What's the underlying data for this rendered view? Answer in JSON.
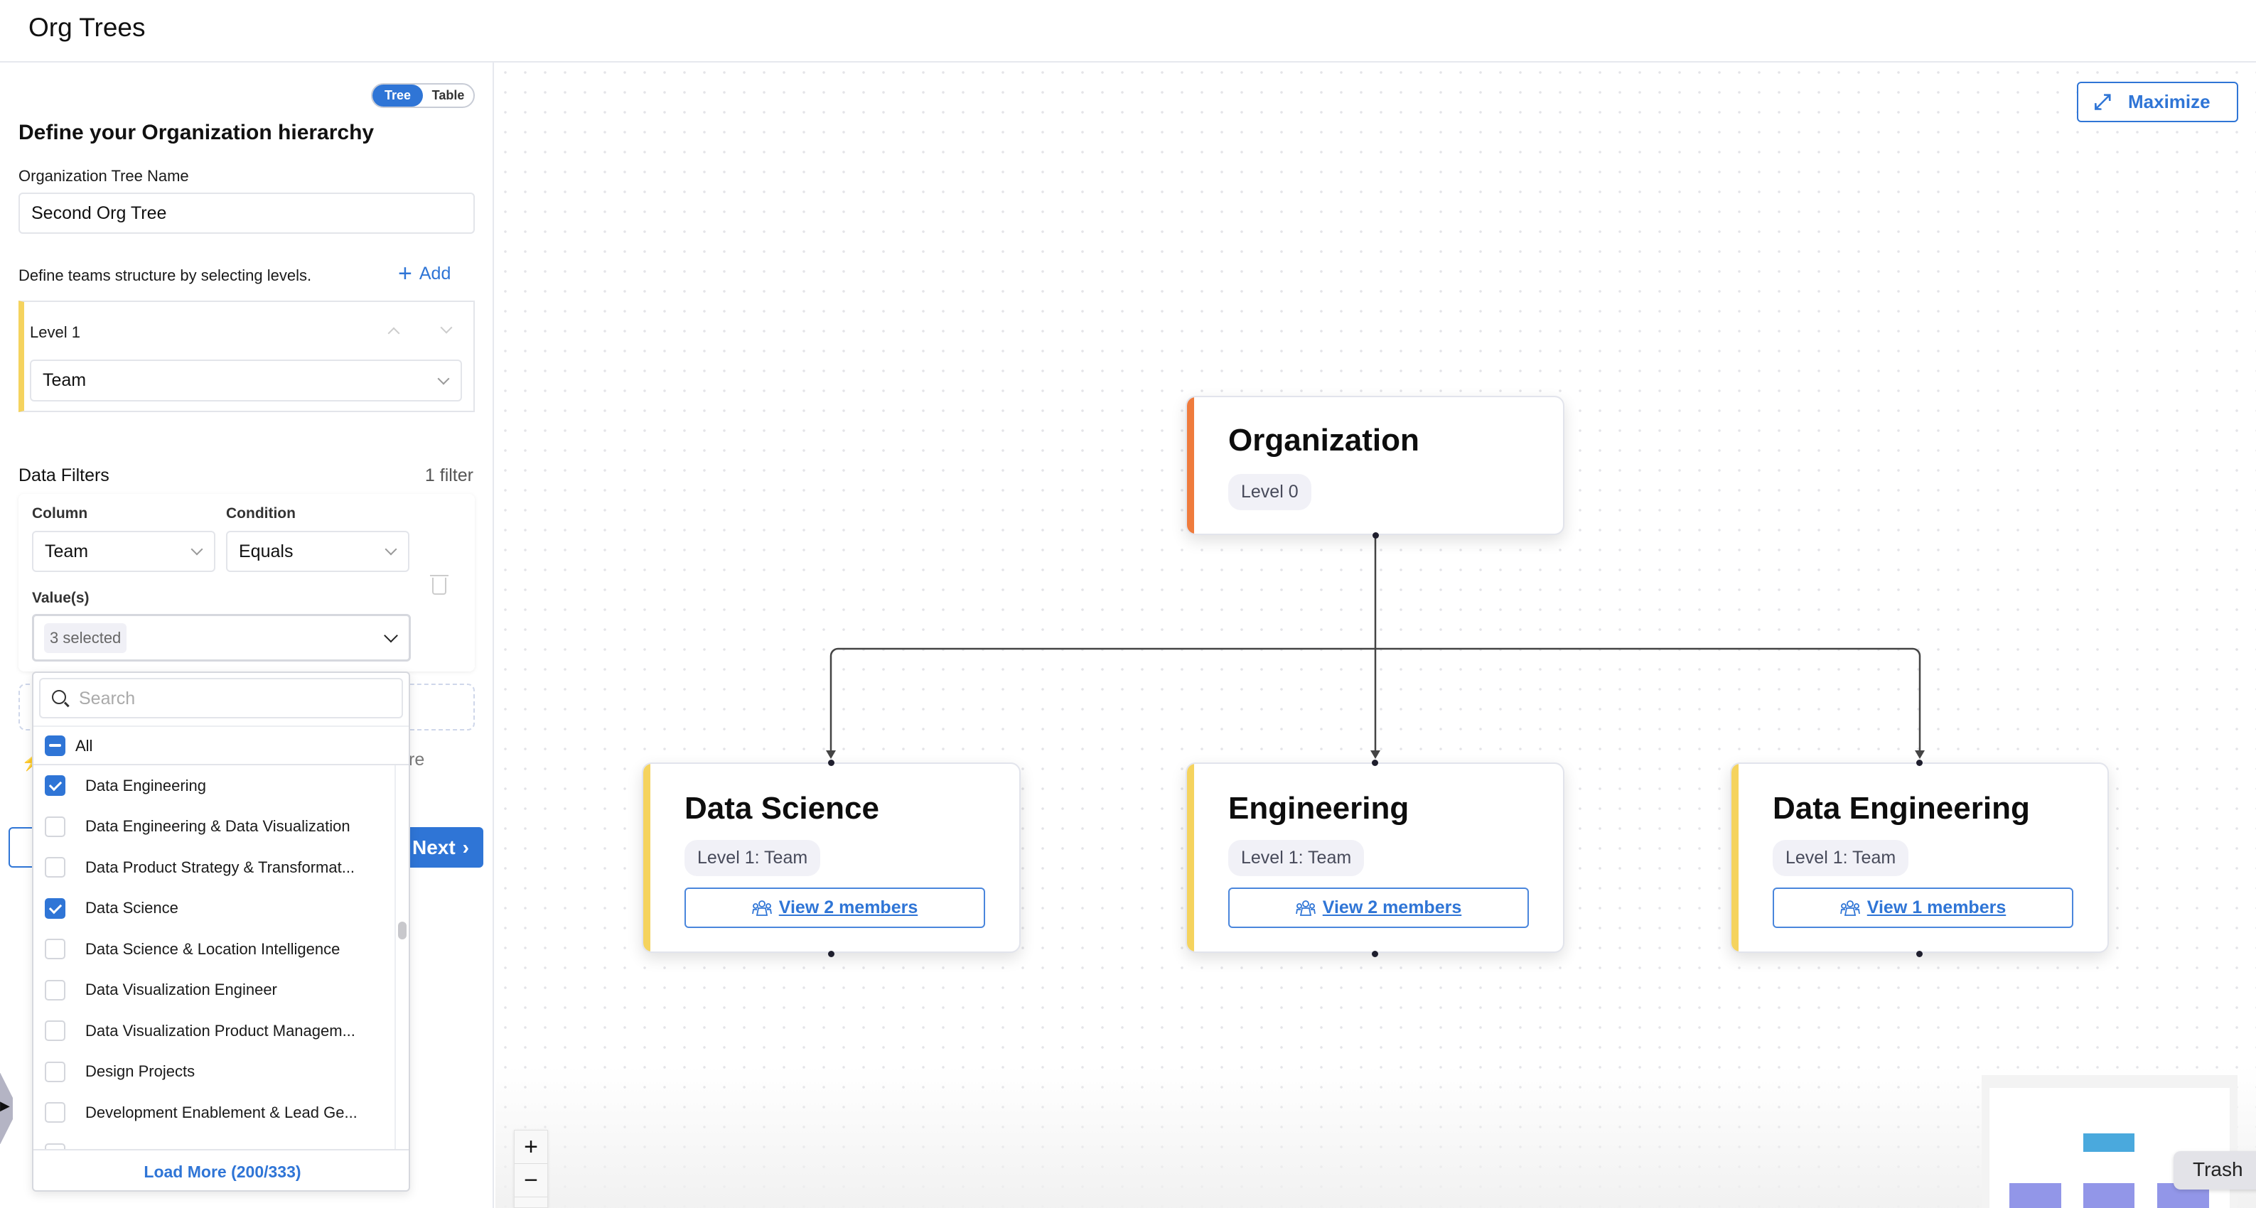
{
  "header": {
    "title": "Org Trees"
  },
  "panel": {
    "view_toggle": {
      "tree": "Tree",
      "table": "Table",
      "selected": "Tree"
    },
    "heading": "Define your Organization hierarchy",
    "tree_name_label": "Organization Tree Name",
    "tree_name_value": "Second Org Tree",
    "levels_hint": "Define teams structure by selecting levels.",
    "add_label": "Add",
    "levels": [
      {
        "label": "Level 1",
        "value": "Team"
      }
    ],
    "filters_title": "Data Filters",
    "filters_count": "1 filter",
    "filter": {
      "column_label": "Column",
      "column_value": "Team",
      "condition_label": "Condition",
      "condition_value": "Equals",
      "values_label": "Value(s)",
      "values_summary": "3 selected"
    },
    "hidden_text": "re",
    "next_label": "Next"
  },
  "dropdown": {
    "search_placeholder": "Search",
    "all_label": "All",
    "options": [
      {
        "label": "Data Engineering",
        "checked": true
      },
      {
        "label": "Data Engineering & Data Visualization",
        "checked": false
      },
      {
        "label": "Data Product Strategy & Transformat...",
        "checked": false
      },
      {
        "label": "Data Science",
        "checked": true
      },
      {
        "label": "Data Science & Location Intelligence",
        "checked": false
      },
      {
        "label": "Data Visualization Engineer",
        "checked": false
      },
      {
        "label": "Data Visualization Product Managem...",
        "checked": false
      },
      {
        "label": "Design Projects",
        "checked": false
      },
      {
        "label": "Development Enablement & Lead Ge...",
        "checked": false
      }
    ],
    "load_more": "Load More (200/333)"
  },
  "canvas": {
    "maximize_label": "Maximize",
    "root": {
      "title": "Organization",
      "badge": "Level 0",
      "accent": "#ef7b3c"
    },
    "children": [
      {
        "title": "Data Science",
        "badge": "Level 1: Team",
        "members": "View 2 members",
        "accent": "#f5d35e"
      },
      {
        "title": "Engineering",
        "badge": "Level 1: Team",
        "members": "View 2 members",
        "accent": "#f5d35e"
      },
      {
        "title": "Data Engineering",
        "badge": "Level 1: Team",
        "members": "View 1 members",
        "accent": "#f5d35e"
      }
    ],
    "zoom_in": "+",
    "zoom_out": "−",
    "tooltip": "Trash"
  },
  "colors": {
    "primary": "#2f75d6",
    "level_accent": "#f5d35e",
    "root_accent": "#ef7b3c",
    "minimap_root": "#4aa9dd",
    "minimap_child": "#9296e8"
  }
}
